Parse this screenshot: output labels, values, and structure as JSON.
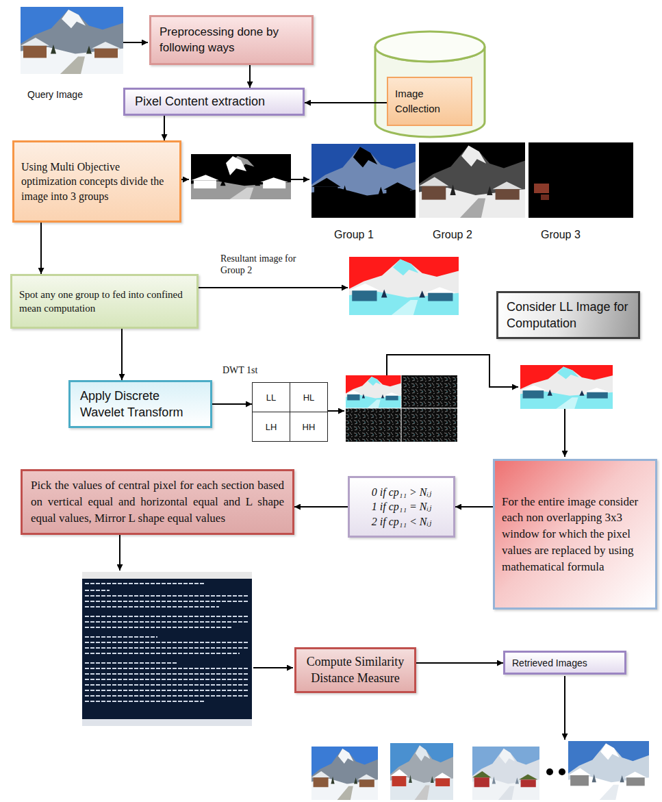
{
  "diagram": {
    "nodes": [
      {
        "text": [
          "Preprocessing done by following ways"
        ]
      },
      {
        "text": [
          "Pixel Content extraction"
        ]
      },
      {
        "text": [
          "Image Collection"
        ]
      },
      {
        "text": [
          "Using Multi Objective optimization concepts divide the image into 3 groups"
        ]
      },
      {
        "text": [
          "Spot any one group to fed into confined mean computation"
        ]
      },
      {
        "text": [
          "Consider LL Image for Computation"
        ]
      },
      {
        "text": [
          "Apply Discrete Wavelet Transform"
        ]
      },
      {
        "text": [
          "LL"
        ]
      },
      {
        "text": [
          "HL"
        ]
      },
      {
        "text": [
          "LH"
        ]
      },
      {
        "text": [
          "HH"
        ]
      },
      {
        "text": [
          "For the entire image consider each non overlapping 3x3 window for which the pixel values are replaced by using mathematical formula"
        ]
      },
      {
        "text": [
          "0 if cp₁₁ > Nᵢⱼ",
          "1 if cp₁₁ = Nᵢⱼ",
          "2 if cp₁₁ < Nᵢⱼ"
        ]
      },
      {
        "text": [
          "Pick the values of central pixel for each section based on vertical equal and horizontal equal and L shape equal values, Mirror L shape equal values"
        ]
      },
      {
        "text": [
          "Compute Similarity Distance Measure"
        ]
      },
      {
        "text": [
          "Retrieved Images"
        ]
      }
    ],
    "edges": [
      {
        "from": 0,
        "to": 1,
        "arrow": "to"
      },
      {
        "from": 2,
        "to": 1,
        "arrow": "to"
      },
      {
        "from": 1,
        "to": 3,
        "arrow": "to"
      },
      {
        "from": 3,
        "to": 4,
        "arrow": "to"
      },
      {
        "from": 4,
        "to": 6,
        "arrow": "to"
      },
      {
        "from": 6,
        "to": 7,
        "arrow": "to"
      },
      {
        "from": 11,
        "to": 12,
        "arrow": "to"
      },
      {
        "from": 12,
        "to": 13,
        "arrow": "to"
      },
      {
        "from": 14,
        "to": 15,
        "arrow": "to"
      }
    ],
    "labels": [
      "Query Image",
      "Group 1",
      "Group 2",
      "Group 3",
      "Resultant image for Group 2",
      "DWT 1st"
    ]
  }
}
